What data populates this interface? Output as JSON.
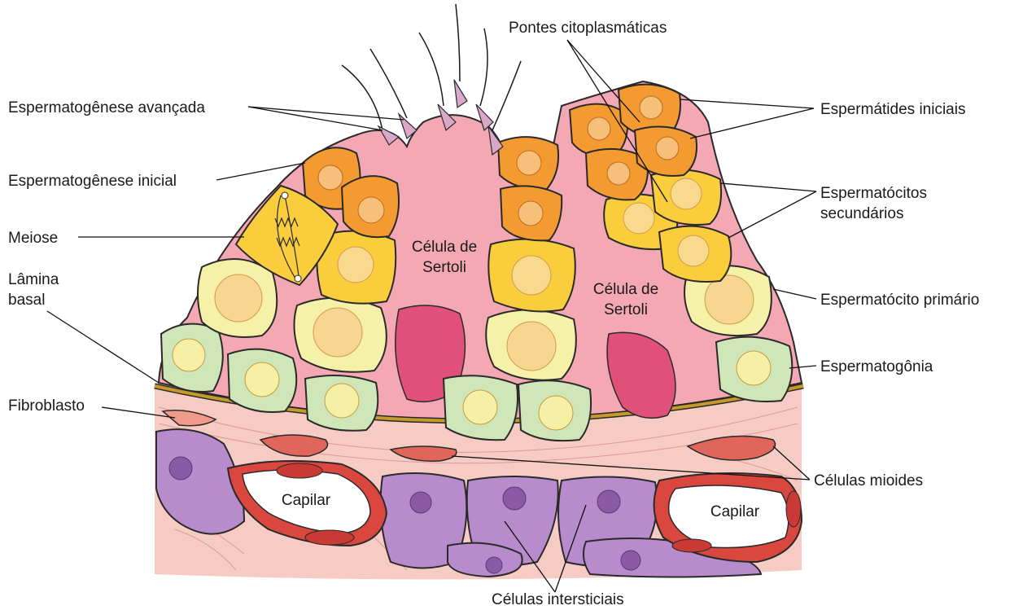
{
  "labels": {
    "advanced": "Espermatogênese avançada",
    "initial": "Espermatogênese inicial",
    "meiosis": "Meiose",
    "basal_line1": "Lâmina",
    "basal_line2": "basal",
    "fibroblast": "Fibroblasto",
    "bridges": "Pontes citoplasmáticas",
    "spermatids": "Espermátides iniciais",
    "secondary_line1": "Espermatócitos",
    "secondary_line2": "secundários",
    "primary": "Espermatócito primário",
    "spermatogonia": "Espermatogônia",
    "myoid": "Células mioides",
    "interstitial": "Células intersticiais",
    "sertoli_left_line1": "Célula de",
    "sertoli_left_line2": "Sertoli",
    "sertoli_right_line1": "Célula de",
    "sertoli_right_line2": "Sertoli",
    "capillary_left": "Capilar",
    "capillary_right": "Capilar"
  },
  "colors": {
    "sertoli": "#f3a7b0",
    "sertoli_nucleus": "#e0507a",
    "spermatid": "#f39a2c",
    "secondary": "#f9cc3a",
    "primary": "#f6f0a0",
    "spermatogonia": "#cfe8b8",
    "basal_lamina": "#b88a1e",
    "connective": "#f5c9c2",
    "interstitial": "#b58cc9",
    "capillary_wall": "#d9473f"
  }
}
